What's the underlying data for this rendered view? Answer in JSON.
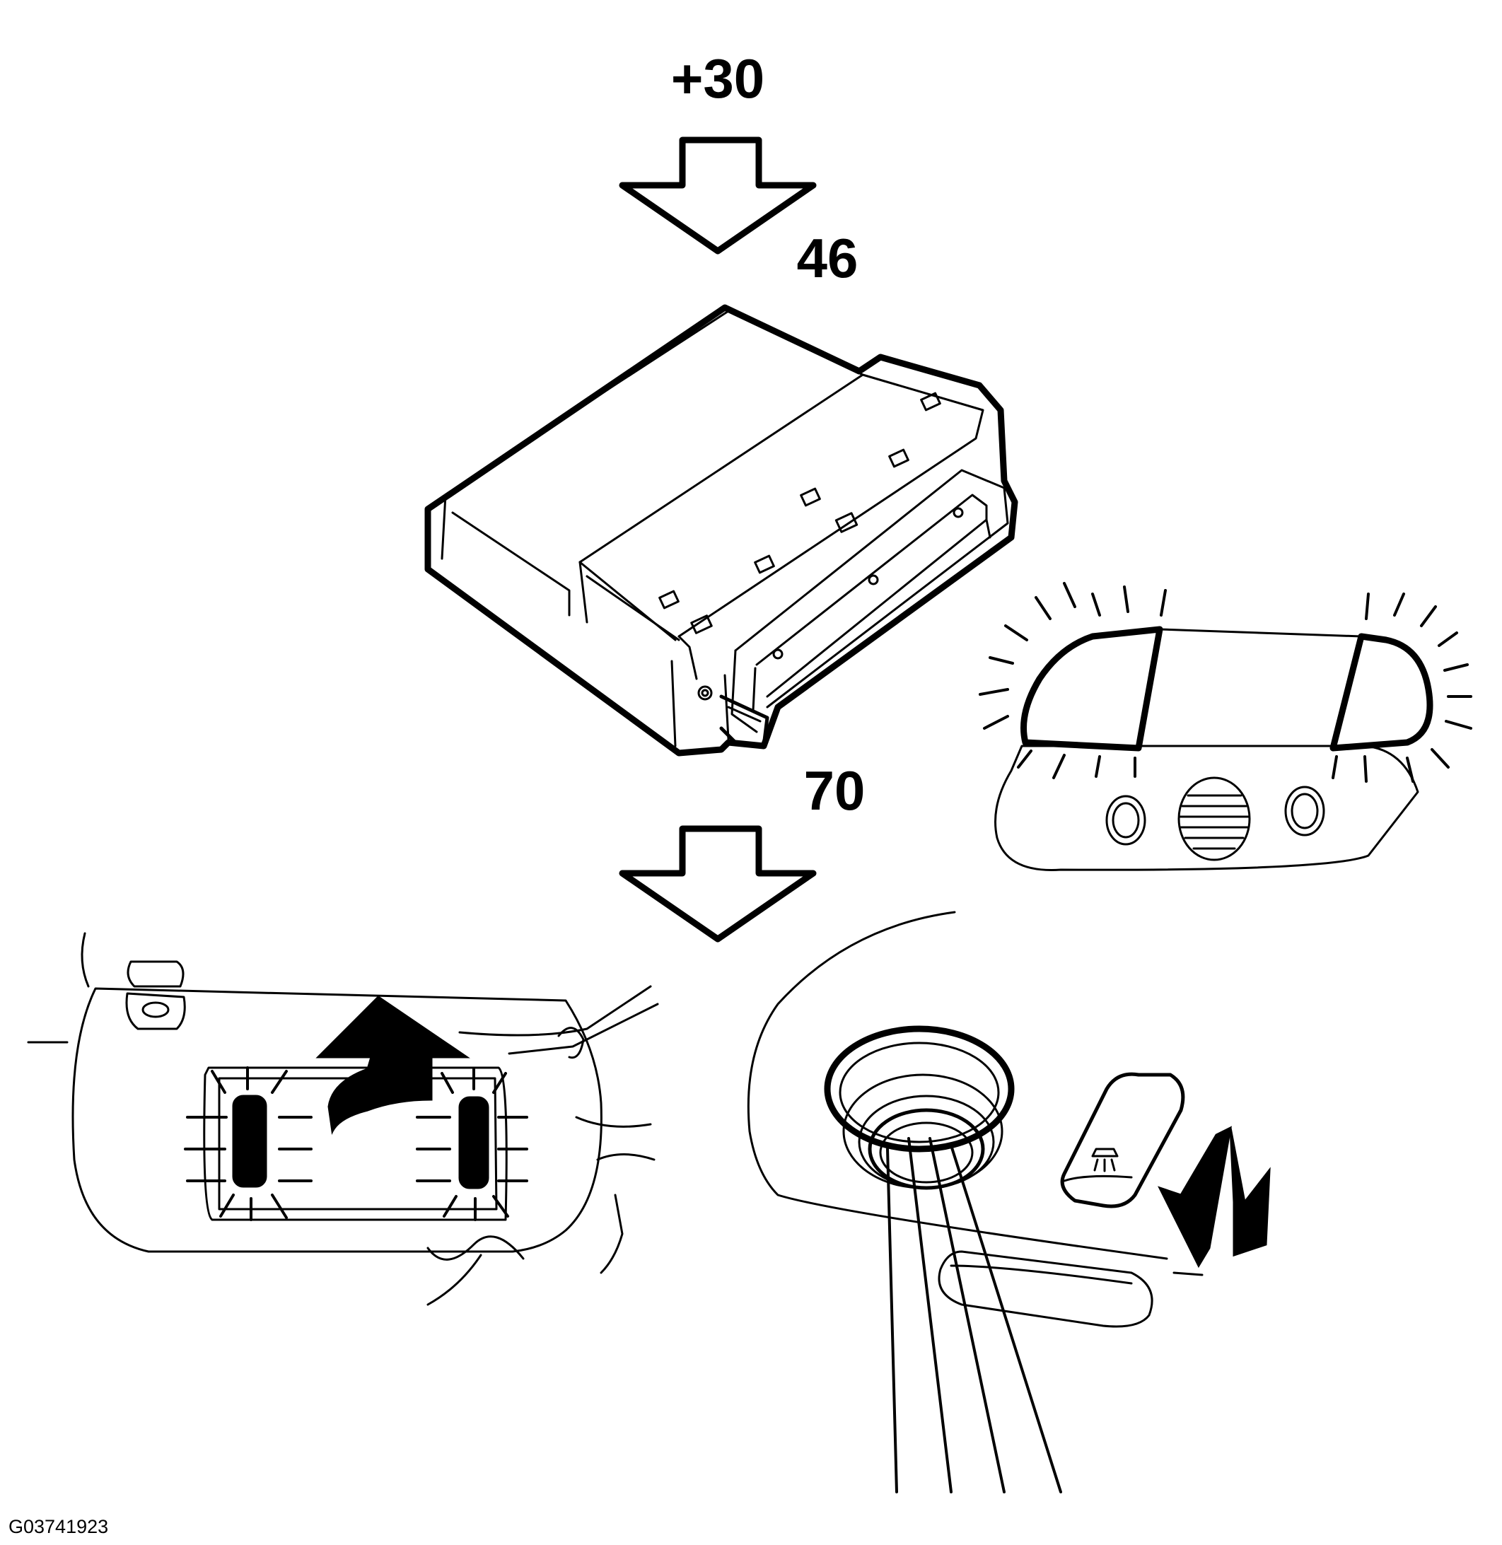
{
  "labels": {
    "supply": "+30",
    "module_upper": "46",
    "module_lower": "70"
  },
  "reference_code": "G03741923",
  "components": {
    "arrow_in": "hollow-down-arrow",
    "arrow_out": "hollow-down-arrow",
    "control_module": "control-module",
    "courtesy_lamp": "courtesy-lamp",
    "vanity_mirror": "vanity-mirror-lamps",
    "reading_lamp": "reading-lamp-switch"
  }
}
